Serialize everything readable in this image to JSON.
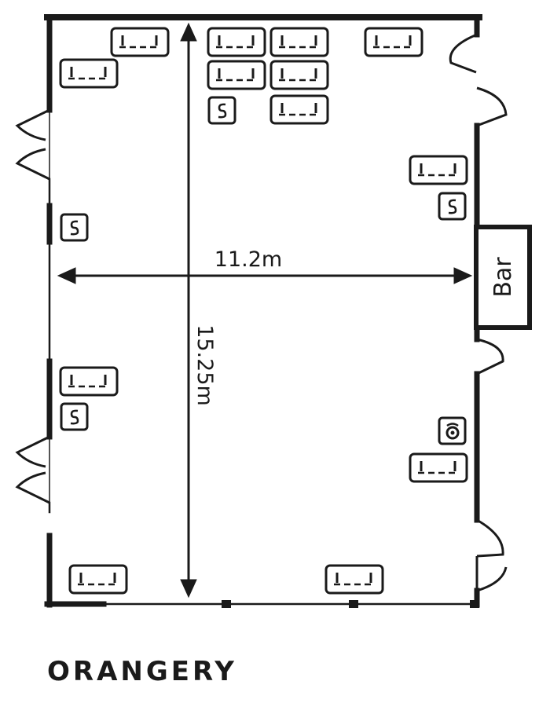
{
  "room": {
    "name": "ORANGERY"
  },
  "dimensions": {
    "width": "11.2m",
    "length": "15.25m"
  },
  "fixtures": {
    "bar": "Bar"
  },
  "icons": {
    "double_socket": "double-socket-icon",
    "single_socket": "switch-socket-icon",
    "network": "network-socket-icon"
  },
  "colors": {
    "ink": "#1a1a1a",
    "background": "#ffffff"
  }
}
